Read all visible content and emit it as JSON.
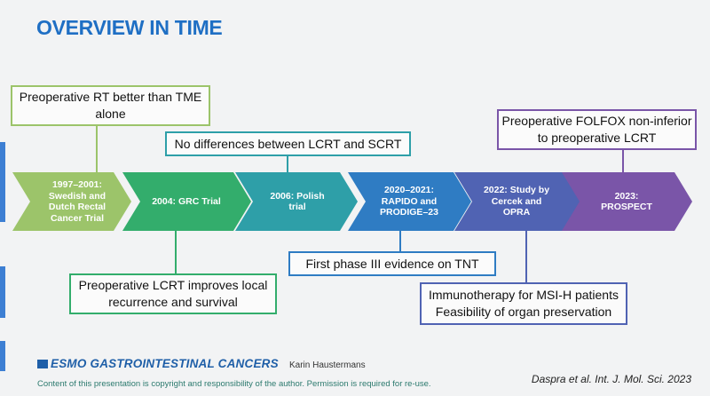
{
  "slide": {
    "title": "OVERVIEW IN TIME"
  },
  "timeline": [
    {
      "lines": [
        "1997–2001:",
        "Swedish and",
        "Dutch Rectal",
        "Cancer Trial"
      ],
      "color": "#9cc46a"
    },
    {
      "lines": [
        "2004: GRC Trial"
      ],
      "color": "#33ad6c"
    },
    {
      "lines": [
        "2006: Polish",
        "trial"
      ],
      "color": "#2e9fa8"
    },
    {
      "lines": [
        "2020–2021:",
        "RAPIDO and",
        "PRODIGE–23"
      ],
      "color": "#2f7cc3"
    },
    {
      "lines": [
        "2022: Study by",
        "Cercek and",
        "OPRA"
      ],
      "color": "#5063b3"
    },
    {
      "lines": [
        "2023:",
        "PROSPECT"
      ],
      "color": "#7a55a8"
    }
  ],
  "callouts": {
    "rt_tme": {
      "lines": [
        "Preoperative RT better than TME",
        "alone"
      ],
      "border": "#9cc46a"
    },
    "lcrt_scrt": {
      "lines": [
        "No differences between LCRT and SCRT"
      ],
      "border": "#2e9fa8"
    },
    "folfox": {
      "lines": [
        "Preoperative FOLFOX non-inferior",
        "to preoperative LCRT"
      ],
      "border": "#7a55a8"
    },
    "lcrt_local": {
      "lines": [
        "Preoperative LCRT improves local",
        "recurrence and survival"
      ],
      "border": "#33ad6c"
    },
    "tnt": {
      "lines": [
        "First phase III evidence on TNT"
      ],
      "border": "#2f7cc3"
    },
    "immuno": {
      "lines": [
        "Immunotherapy for MSI-H patients",
        "Feasibility of organ preservation"
      ],
      "border": "#5063b3"
    }
  },
  "footer": {
    "logo_text": "ESMO GASTROINTESTINAL CANCERS",
    "author": "Karin Haustermans",
    "copyright": "Content of this presentation is copyright and responsibility of the author. Permission is required for re-use.",
    "citation_prefix": "Daspra et al. ",
    "citation_journal": "Int. J. Mol. Sci.",
    "citation_year": " 2023"
  }
}
